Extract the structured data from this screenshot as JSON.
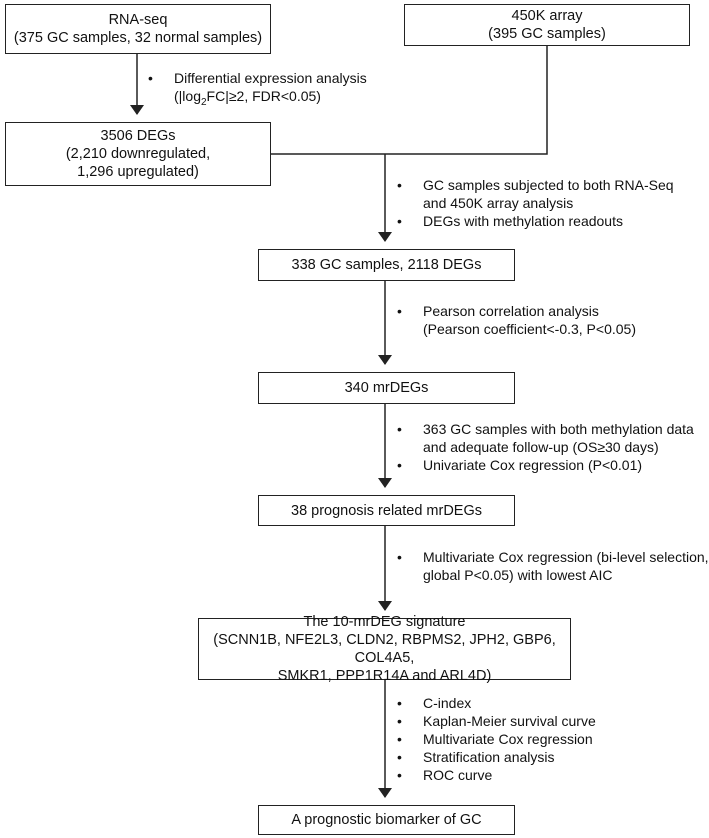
{
  "colors": {
    "line": "#222222",
    "text": "#111111",
    "background": "#ffffff"
  },
  "boxes": {
    "rnaseq": {
      "line1": "RNA-seq",
      "line2": "(375 GC samples, 32 normal samples)"
    },
    "array450k": {
      "line1": "450K array",
      "line2": "(395 GC samples)"
    },
    "degs": {
      "line1": "3506 DEGs",
      "line2": "(2,210 downregulated,",
      "line3": "1,296 upregulated)"
    },
    "samples": {
      "line1": "338 GC samples, 2118 DEGs"
    },
    "mrdegs": {
      "line1": "340 mrDEGs"
    },
    "prognosis": {
      "line1": "38 prognosis related mrDEGs"
    },
    "signature": {
      "line1": "The 10-mrDEG signature",
      "line2": "(SCNN1B, NFE2L3, CLDN2, RBPMS2, JPH2, GBP6, COL4A5,",
      "line3": "SMKR1, PPP1R14A and ARL4D)"
    },
    "biomarker": {
      "line1": "A prognostic biomarker of GC"
    }
  },
  "steps": {
    "step1": {
      "bullet": "•",
      "line1": "Differential expression analysis",
      "line2_prefix": "(|log",
      "line2_sub": "2",
      "line2_suffix": "FC|≥2, FDR<0.05)"
    },
    "step2": {
      "bullet": "•",
      "item1_line1": "GC samples subjected to both RNA-Seq",
      "item1_line2": "and 450K array analysis",
      "item2": "DEGs with methylation readouts"
    },
    "step3": {
      "bullet": "•",
      "line1": "Pearson correlation analysis",
      "line2": "(Pearson coefficient<-0.3, P<0.05)"
    },
    "step4": {
      "bullet": "•",
      "item1_line1": "363 GC samples with both methylation data",
      "item1_line2": "and adequate follow-up (OS≥30 days)",
      "item2": "Univariate Cox regression (P<0.01)"
    },
    "step5": {
      "bullet": "•",
      "line1": "Multivariate Cox regression (bi-level selection,",
      "line2": "global P<0.05) with lowest AIC"
    },
    "step6": {
      "bullet": "•",
      "items": [
        "C-index",
        "Kaplan-Meier survival curve",
        "Multivariate Cox regression",
        "Stratification analysis",
        "ROC curve"
      ]
    }
  }
}
